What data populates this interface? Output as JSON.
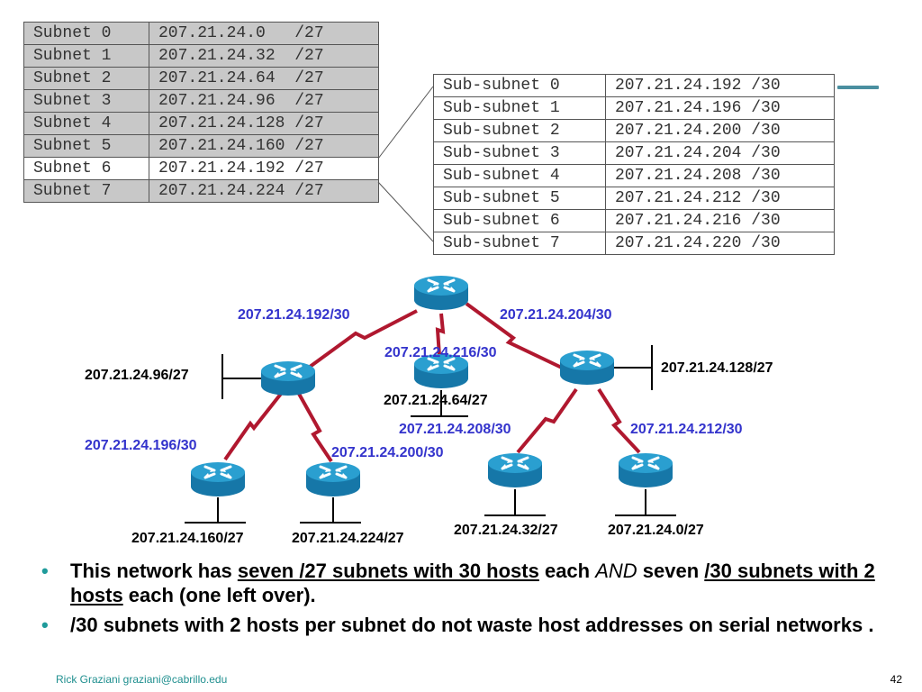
{
  "subnet_table": {
    "rows": [
      {
        "name": "Subnet 0",
        "address": "207.21.24.0   /27",
        "highlighted": false
      },
      {
        "name": "Subnet 1",
        "address": "207.21.24.32  /27",
        "highlighted": false
      },
      {
        "name": "Subnet 2",
        "address": "207.21.24.64  /27",
        "highlighted": false
      },
      {
        "name": "Subnet 3",
        "address": "207.21.24.96  /27",
        "highlighted": false
      },
      {
        "name": "Subnet 4",
        "address": "207.21.24.128 /27",
        "highlighted": false
      },
      {
        "name": "Subnet 5",
        "address": "207.21.24.160 /27",
        "highlighted": false
      },
      {
        "name": "Subnet 6",
        "address": "207.21.24.192 /27",
        "highlighted": true
      },
      {
        "name": "Subnet 7",
        "address": "207.21.24.224 /27",
        "highlighted": false
      }
    ]
  },
  "subsubnet_table": {
    "rows": [
      {
        "name": "Sub-subnet 0",
        "address": "207.21.24.192 /30"
      },
      {
        "name": "Sub-subnet 1",
        "address": "207.21.24.196 /30"
      },
      {
        "name": "Sub-subnet 2",
        "address": "207.21.24.200 /30"
      },
      {
        "name": "Sub-subnet 3",
        "address": "207.21.24.204 /30"
      },
      {
        "name": "Sub-subnet 4",
        "address": "207.21.24.208 /30"
      },
      {
        "name": "Sub-subnet 5",
        "address": "207.21.24.212 /30"
      },
      {
        "name": "Sub-subnet 6",
        "address": "207.21.24.216 /30"
      },
      {
        "name": "Sub-subnet 7",
        "address": "207.21.24.220 /30"
      }
    ]
  },
  "diagram": {
    "serial_labels": {
      "top_left": "207.21.24.192/30",
      "top_right": "207.21.24.204/30",
      "top_middle": "207.21.24.216/30",
      "left_left": "207.21.24.196/30",
      "left_right": "207.21.24.200/30",
      "right_left": "207.21.24.208/30",
      "right_right": "207.21.24.212/30"
    },
    "lan_labels": {
      "left_router": "207.21.24.96/27",
      "middle_router": "207.21.24.64/27",
      "right_router": "207.21.24.128/27",
      "bottom_1": "207.21.24.160/27",
      "bottom_2": "207.21.24.224/27",
      "bottom_3": "207.21.24.32/27",
      "bottom_4": "207.21.24.0/27"
    },
    "colors": {
      "serial_link": "#b0182f",
      "router_top": "#2a9fd0",
      "router_side": "#1677a8",
      "serial_label": "#3333cc"
    }
  },
  "bullets": [
    {
      "parts": [
        {
          "text": "This network has ",
          "style": "plain"
        },
        {
          "text": "seven /27 subnets with 30 hosts",
          "style": "underline"
        },
        {
          "text": " each ",
          "style": "plain"
        },
        {
          "text": "AND",
          "style": "italic"
        },
        {
          "text": " seven ",
          "style": "plain"
        },
        {
          "text": "/30 subnets with 2 hosts",
          "style": "underline"
        },
        {
          "text": " each (one left over).",
          "style": "plain"
        }
      ]
    },
    {
      "parts": [
        {
          "text": "/30 subnets with 2 hosts per subnet do not waste host addresses on serial networks .",
          "style": "plain"
        }
      ]
    }
  ],
  "footer": {
    "author": "Rick Graziani  graziani@cabrillo.edu",
    "page_number": "42"
  }
}
